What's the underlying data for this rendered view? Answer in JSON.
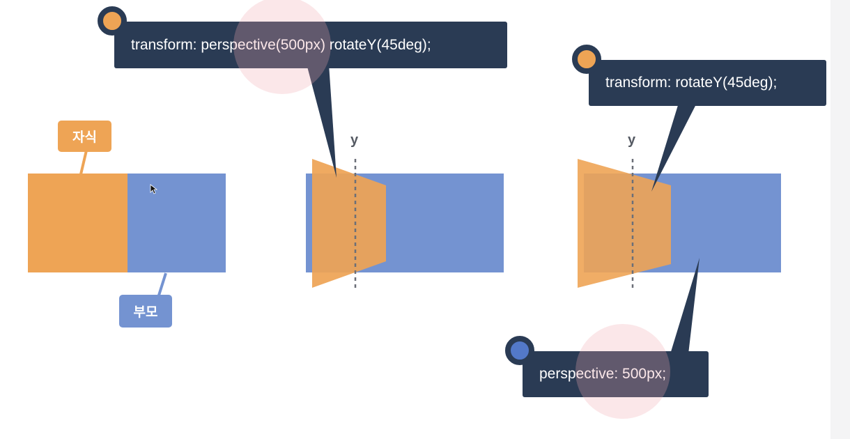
{
  "colors": {
    "parent": "#7493d1",
    "child": "#eea455",
    "callout": "#2a3b54",
    "dot_orange": "#eea455",
    "dot_blue": "#5379c9",
    "highlight": "#f6dde0",
    "axis": "#6b6f78"
  },
  "labels": {
    "child": "자식",
    "parent": "부모"
  },
  "callouts": {
    "perspective_function": "transform: perspective(500px) rotateY(45deg);",
    "rotate_only": "transform: rotateY(45deg);",
    "perspective_property": "perspective: 500px;"
  },
  "axis": {
    "middle": "y",
    "right": "y"
  },
  "icons": {
    "pointer": "mouse-pointer-icon"
  }
}
